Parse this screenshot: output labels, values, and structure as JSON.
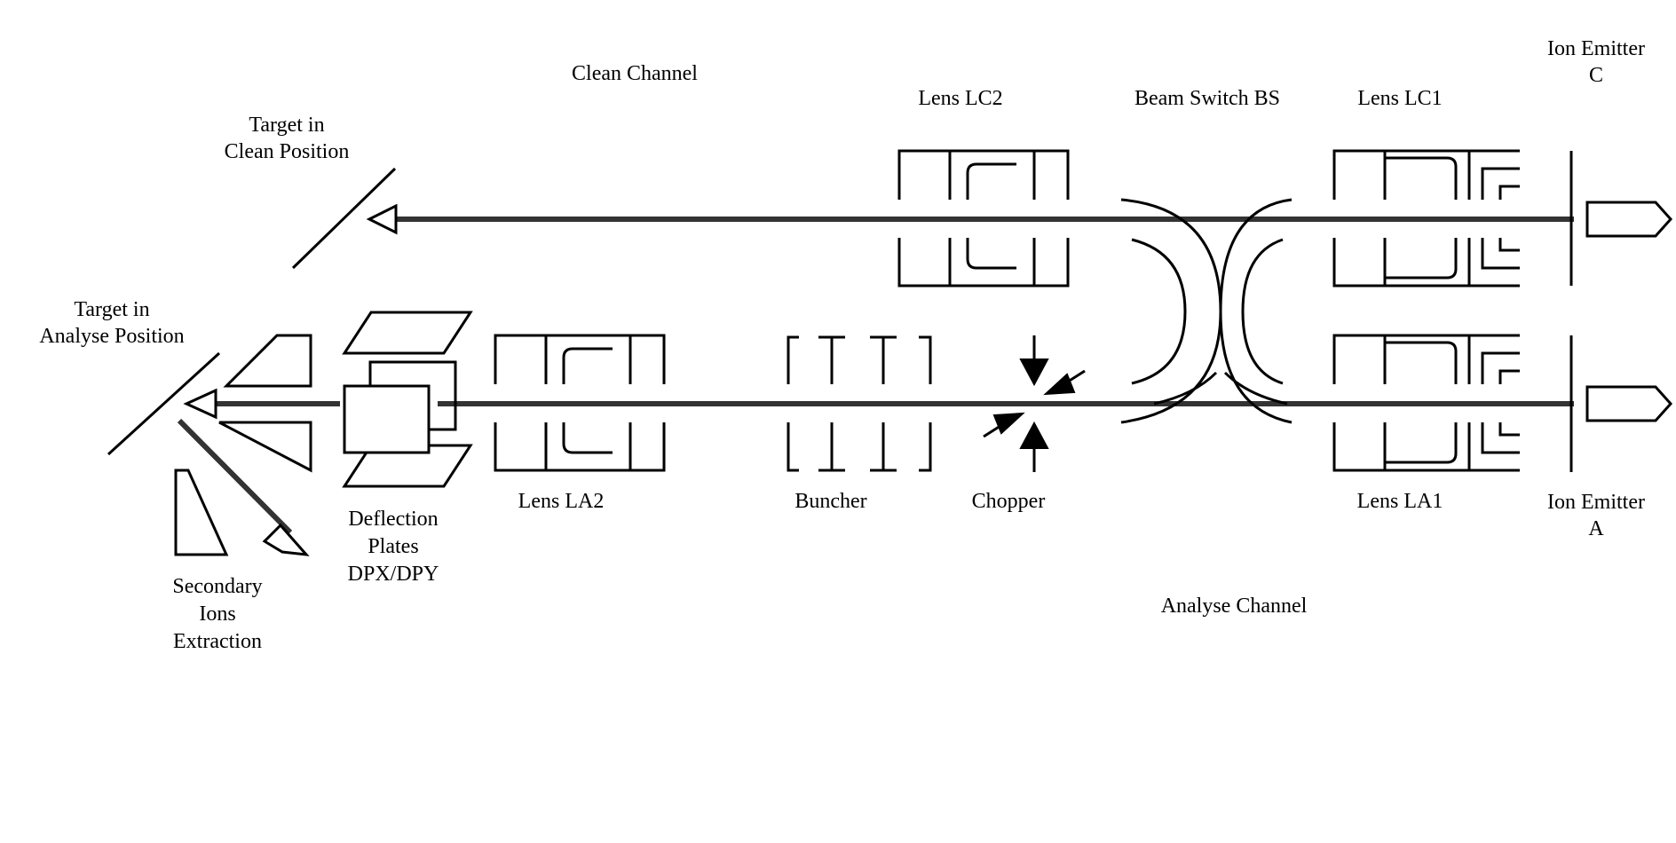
{
  "labels": {
    "clean_channel": "Clean Channel",
    "lens_lc2": "Lens LC2",
    "beam_switch": "Beam Switch BS",
    "lens_lc1": "Lens LC1",
    "ion_emitter_c": [
      "Ion Emitter",
      "C"
    ],
    "target_clean": [
      "Target in",
      "Clean Position"
    ],
    "target_analyse": [
      "Target in",
      "Analyse Position"
    ],
    "lens_la2": "Lens LA2",
    "buncher": "Buncher",
    "chopper": "Chopper",
    "lens_la1": "Lens LA1",
    "ion_emitter_a": [
      "Ion Emitter",
      "A"
    ],
    "deflection_plates": [
      "Deflection",
      "Plates",
      "DPX/DPY"
    ],
    "secondary_ions": [
      "Secondary",
      "Ions",
      "Extraction"
    ],
    "analyse_channel": "Analyse Channel"
  }
}
